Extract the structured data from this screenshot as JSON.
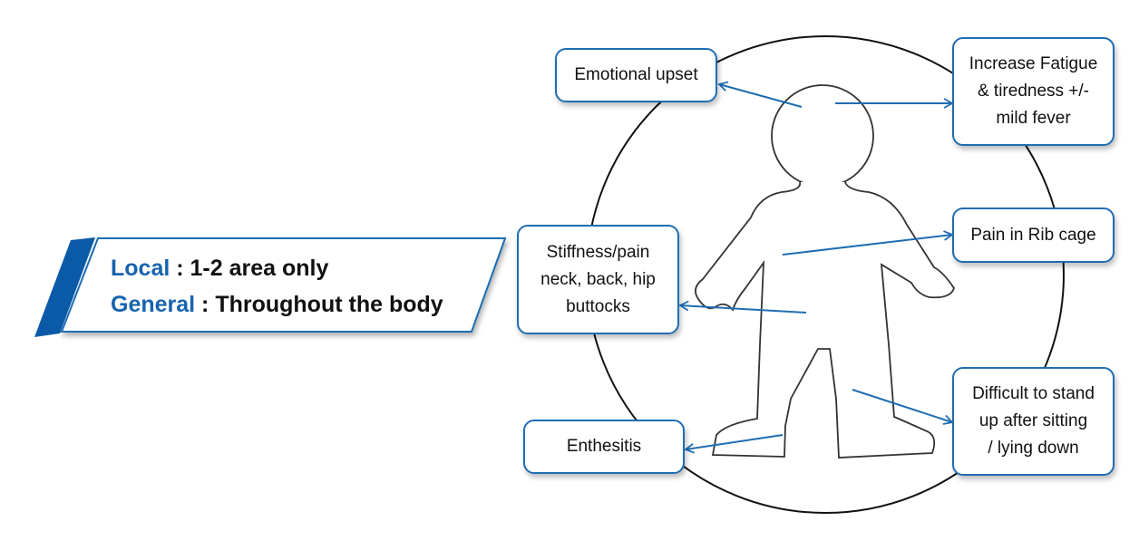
{
  "banner": {
    "local_label": "Local",
    "local_text": " : 1-2 area only",
    "general_label": "General",
    "general_text": " : Throughout the body"
  },
  "symptoms": {
    "emotional": "Emotional upset",
    "fatigue": "Increase Fatigue\n& tiredness +/-\nmild fever",
    "rib": "Pain in Rib cage",
    "stiffness": "Stiffness/pain\nneck, back, hip\nbuttocks",
    "standing": "Difficult to stand\nup after sitting\n/ lying down",
    "enthesitis": "Enthesitis"
  },
  "colors": {
    "accent": "#1f6db3",
    "banner_dark": "#0b5aa8"
  }
}
